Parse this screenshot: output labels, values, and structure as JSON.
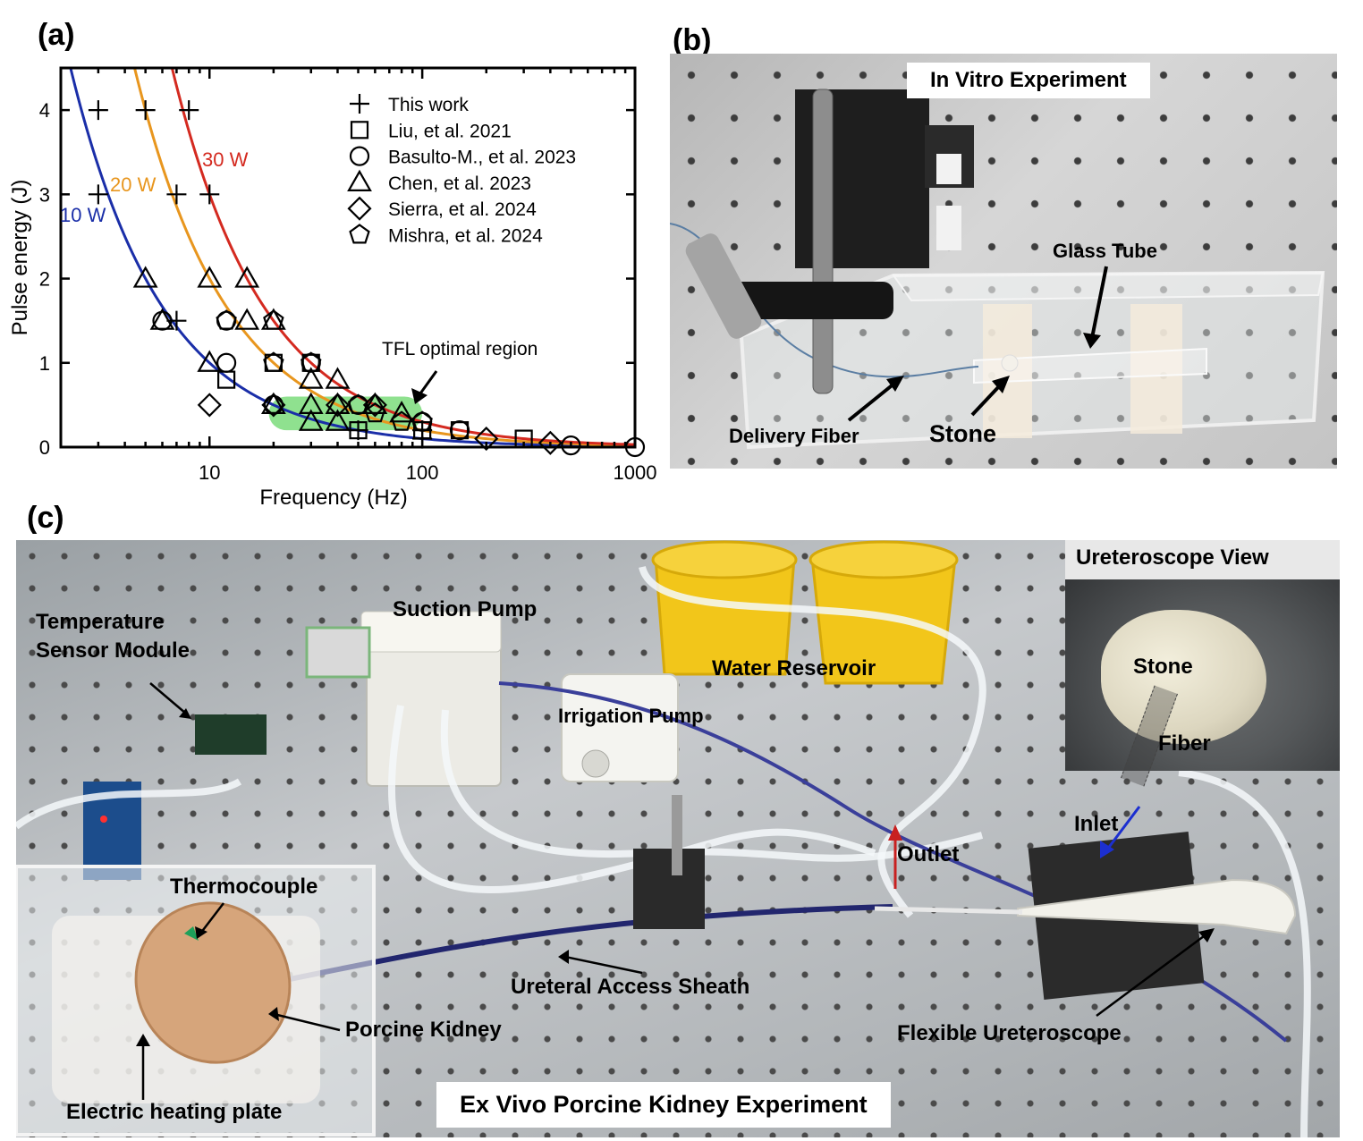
{
  "panels": {
    "a": {
      "label": "(a)"
    },
    "b": {
      "label": "(b)",
      "title": "In Vitro Experiment",
      "labels": [
        "Glass Tube",
        "Delivery Fiber",
        "Stone"
      ]
    },
    "c": {
      "label": "(c)",
      "title": "Ex Vivo Porcine Kidney Experiment",
      "labels": [
        "Temperature Sensor Module",
        "Suction Pump",
        "Water Reservoir",
        "Irrigation Pump",
        "Thermocouple",
        "Porcine Kidney",
        "Electric heating plate",
        "Ureteral Access Sheath",
        "Outlet",
        "Inlet",
        "Flexible Ureteroscope"
      ],
      "inset": {
        "title": "Ureteroscope View",
        "labels": [
          "Stone",
          "Fiber"
        ]
      }
    }
  },
  "chart_data": {
    "type": "scatter",
    "xlabel": "Frequency (Hz)",
    "ylabel": "Pulse energy (J)",
    "xscale": "log",
    "xlim": [
      2,
      1000
    ],
    "ylim": [
      0,
      4.5
    ],
    "xticks": [
      "10",
      "100",
      "1000"
    ],
    "yticks": [
      "0",
      "1",
      "2",
      "3",
      "4"
    ],
    "grid": false,
    "legend_position": "top-right",
    "annotation": "TFL optimal region",
    "curves": [
      {
        "name": "10 W",
        "color": "#1a2ea8",
        "power": 10
      },
      {
        "name": "20 W",
        "color": "#e8961e",
        "power": 20
      },
      {
        "name": "30 W",
        "color": "#d42a20",
        "power": 30
      }
    ],
    "optimal_region": {
      "x": [
        19,
        100
      ],
      "y": [
        0.2,
        0.6
      ],
      "color": "#5fd45f"
    },
    "series": [
      {
        "name": "This work",
        "marker": "plus",
        "points": [
          [
            3,
            4
          ],
          [
            5,
            4
          ],
          [
            8,
            4
          ],
          [
            3,
            3
          ],
          [
            7,
            3
          ],
          [
            10,
            3
          ],
          [
            7,
            1.5
          ],
          [
            50,
            0.2
          ],
          [
            100,
            0.2
          ],
          [
            100,
            0.1
          ]
        ]
      },
      {
        "name": "Liu, et al. 2021",
        "marker": "square",
        "points": [
          [
            12,
            0.8
          ],
          [
            20,
            1
          ],
          [
            30,
            1
          ],
          [
            50,
            0.2
          ],
          [
            100,
            0.2
          ],
          [
            150,
            0.2
          ],
          [
            300,
            0.1
          ]
        ]
      },
      {
        "name": "Basulto-M., et al. 2023",
        "marker": "circle",
        "points": [
          [
            6,
            1.5
          ],
          [
            12,
            1
          ],
          [
            12,
            1.5
          ],
          [
            20,
            0.5
          ],
          [
            30,
            1
          ],
          [
            50,
            0.5
          ],
          [
            100,
            0.3
          ],
          [
            150,
            0.2
          ],
          [
            500,
            0.02
          ],
          [
            1000,
            0
          ]
        ]
      },
      {
        "name": "Chen, et al. 2023",
        "marker": "triangle",
        "points": [
          [
            5,
            2
          ],
          [
            6,
            1.5
          ],
          [
            10,
            2
          ],
          [
            10,
            1
          ],
          [
            15,
            2
          ],
          [
            15,
            1.5
          ],
          [
            20,
            1.5
          ],
          [
            30,
            0.8
          ],
          [
            40,
            0.8
          ],
          [
            20,
            0.5
          ],
          [
            30,
            0.5
          ],
          [
            40,
            0.5
          ],
          [
            60,
            0.5
          ],
          [
            80,
            0.4
          ],
          [
            30,
            0.3
          ],
          [
            40,
            0.3
          ]
        ]
      },
      {
        "name": "Sierra, et al. 2024",
        "marker": "diamond",
        "points": [
          [
            10,
            0.5
          ],
          [
            20,
            0.5
          ],
          [
            40,
            0.5
          ],
          [
            60,
            0.5
          ],
          [
            200,
            0.1
          ],
          [
            400,
            0.05
          ]
        ]
      },
      {
        "name": "Mishra, et al. 2024",
        "marker": "pentagon",
        "points": [
          [
            12,
            1.5
          ],
          [
            20,
            1.5
          ],
          [
            20,
            1
          ],
          [
            30,
            1
          ],
          [
            50,
            0.5
          ],
          [
            60,
            0.4
          ],
          [
            80,
            0.3
          ],
          [
            100,
            0.3
          ]
        ]
      }
    ]
  }
}
